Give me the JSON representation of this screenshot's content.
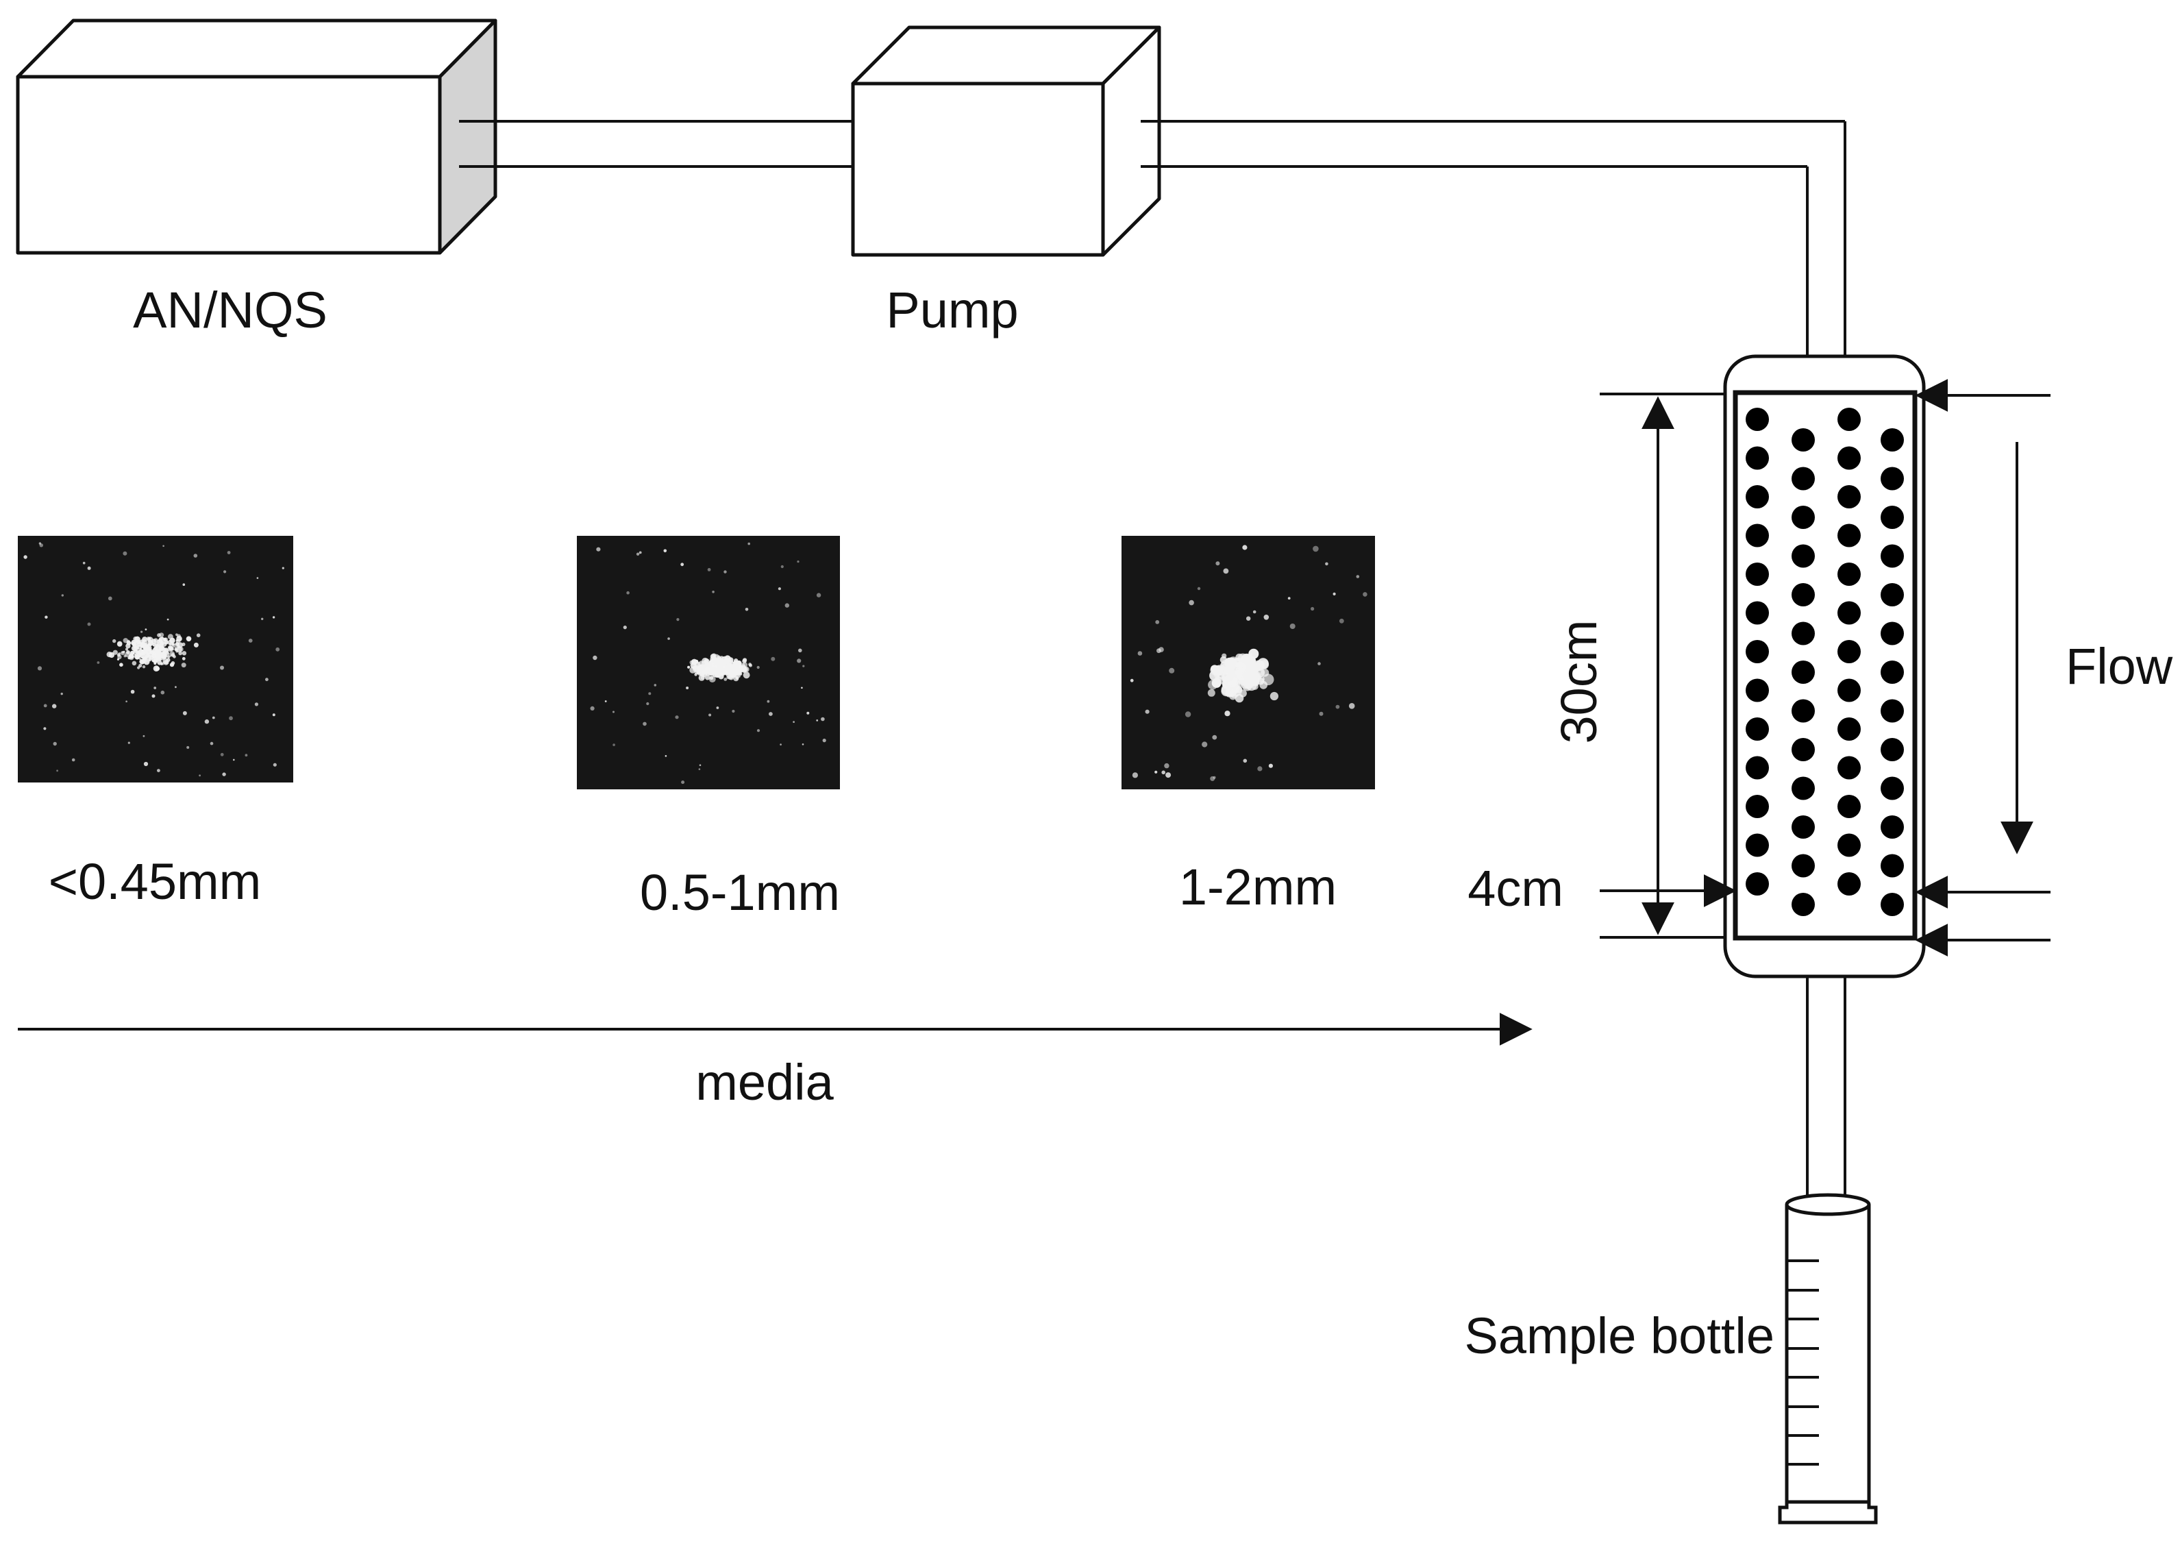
{
  "labels": {
    "source_tank": "AN/NQS",
    "pump": "Pump",
    "height": "30cm",
    "diameter": "4cm",
    "flow": "Flow",
    "media_axis": "media",
    "sample_bottle": "Sample bottle"
  },
  "media_samples": [
    {
      "label": "<0.45mm",
      "grain": "fine"
    },
    {
      "label": "0.5-1mm",
      "grain": "medium"
    },
    {
      "label": "1-2mm",
      "grain": "coarse"
    }
  ],
  "colors": {
    "line": "#111111",
    "tank_side": "#d3d3d3",
    "photo_background": "#161616",
    "particles": "#f2f2f2",
    "beads": "#000000"
  }
}
